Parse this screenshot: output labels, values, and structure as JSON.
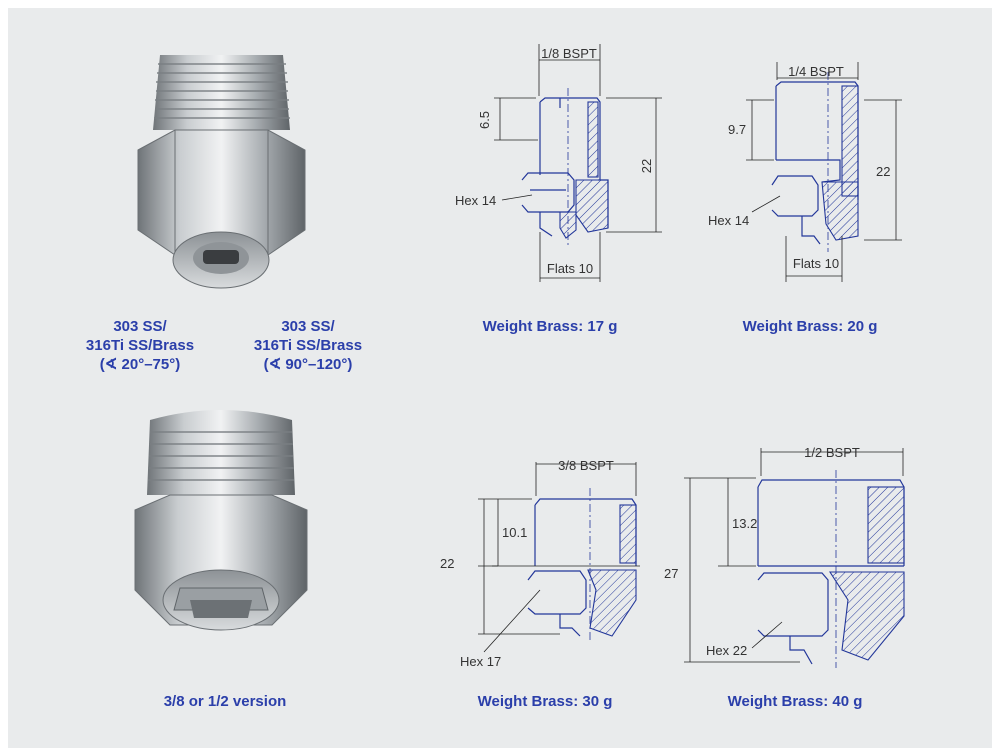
{
  "row1": {
    "material_caption_a": [
      "303 SS/",
      "316Ti SS/Brass",
      "(∢ 20°–75°)"
    ],
    "material_caption_b": [
      "303 SS/",
      "316Ti SS/Brass",
      "(∢ 90°–120°)"
    ],
    "drawing_1": {
      "thread": "1/8 BSPT",
      "depth": "6.5",
      "height": "22",
      "hex": "Hex 14",
      "flats": "Flats 10",
      "weight": "Weight Brass: 17 g"
    },
    "drawing_2": {
      "thread": "1/4 BSPT",
      "depth": "9.7",
      "height": "22",
      "hex": "Hex 14",
      "flats": "Flats 10",
      "weight": "Weight Brass: 20 g"
    }
  },
  "row2": {
    "version_caption": "3/8 or 1/2 version",
    "drawing_3": {
      "thread": "3/8 BSPT",
      "depth": "10.1",
      "height": "22",
      "hex": "Hex 17",
      "weight": "Weight Brass: 30 g"
    },
    "drawing_4": {
      "thread": "1/2 BSPT",
      "depth": "13.2",
      "height": "27",
      "hex": "Hex 22",
      "weight": "Weight Brass: 40 g"
    }
  },
  "colors": {
    "panel_bg": "#e9ebec",
    "caption_blue": "#2b3faa",
    "outline_blue": "#23379a"
  }
}
